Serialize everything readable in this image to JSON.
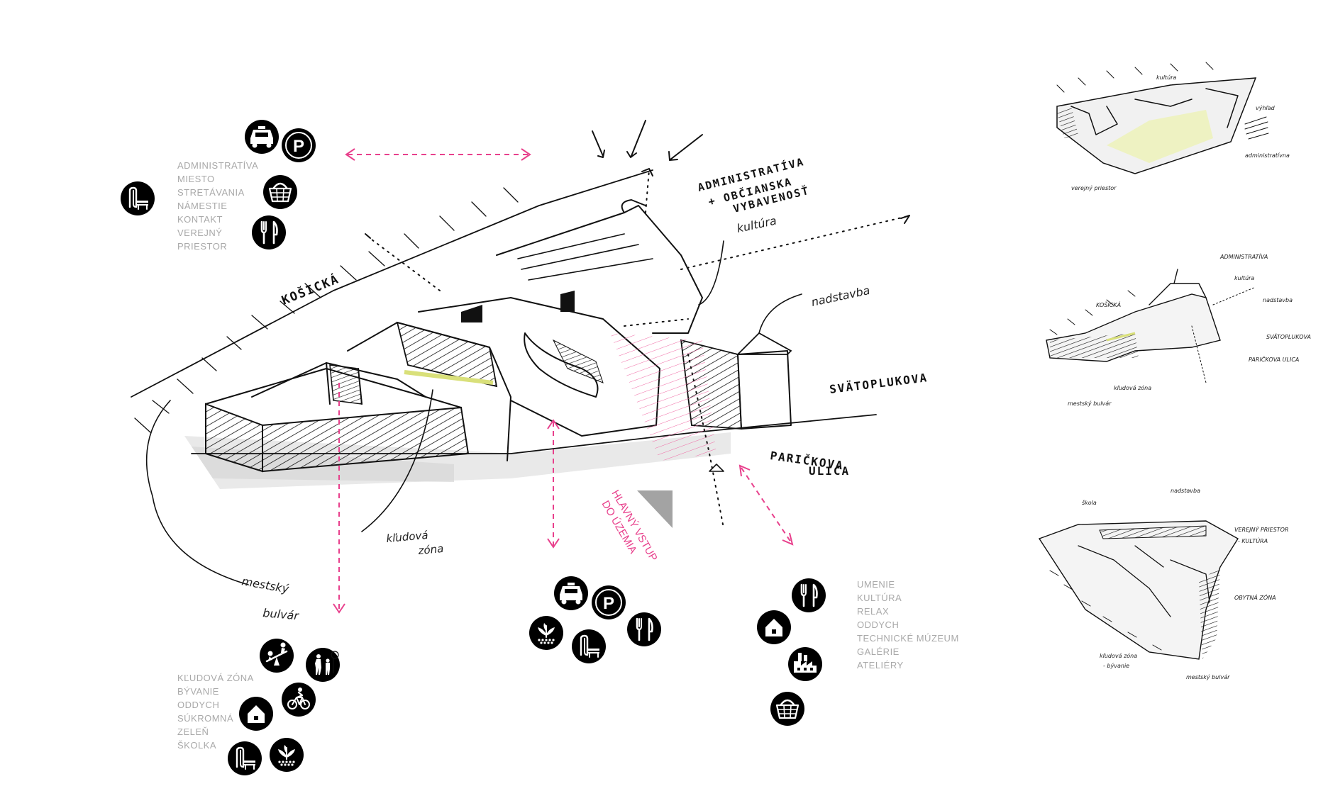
{
  "main_sketch": {
    "labels": {
      "kosicka": "KOŠICKÁ",
      "admin_line1": "ADMINISTRATÍVA",
      "admin_line2": "+ OBČIANSKA",
      "admin_line3": "VYBAVENOSŤ",
      "kultura": "kultúra",
      "nadstavba": "nadstavba",
      "svatoplukova": "SVÄTOPLUKOVA",
      "parickova_line1": "PARIČKOVA",
      "parickova_line2": "ULICA",
      "kludova_line1": "kľudová",
      "kludova_line2": "zóna",
      "mestsky_line1": "mestský",
      "mestsky_line2": "bulvár"
    },
    "entrance": {
      "line1": "HLAVNÝ VSTUP",
      "line2": "DO ÚZEMIA"
    }
  },
  "lists": {
    "administrativa": [
      "ADMINISTRATÍVA",
      "MIESTO",
      "STRETÁVANIA",
      "NÁMESTIE",
      "KONTAKT",
      "VEREJNÝ",
      "PRIESTOR"
    ],
    "kludova": [
      "KĽUDOVÁ ZÓNA",
      "BÝVANIE",
      "ODDYCH",
      "SÚKROMNÁ",
      "ZELEŇ",
      "ŠKOLKA"
    ],
    "umenie": [
      "UMENIE",
      "KULTÚRA",
      "RELAX",
      "ODDYCH",
      "TECHNICKÉ MÚZEUM",
      "GALÉRIE",
      "ATELIÉRY"
    ]
  },
  "icons": {
    "admin_group": [
      "taxi-icon",
      "parking-icon",
      "basket-icon",
      "bench-icon",
      "restaurant-icon"
    ],
    "entrance_group": [
      "taxi-icon",
      "parking-icon",
      "plant-icon",
      "bench-icon",
      "restaurant-icon"
    ],
    "culture_group": [
      "restaurant-icon",
      "house-icon",
      "factory-icon",
      "basket-icon"
    ],
    "quiet_group": [
      "playground-icon",
      "pedestrian-icon",
      "cyclist-icon",
      "house-icon",
      "bench-icon",
      "plant-icon"
    ],
    "parking_letter": "P"
  },
  "thumbnails": {
    "thumb1": {
      "labels": [
        "verejný priestor",
        "kultúra",
        "výhľad",
        "administratívna"
      ]
    },
    "thumb2": {
      "labels": [
        "KOŠICKÁ",
        "ADMINISTRATÍVA",
        "kultúra",
        "nadstavba",
        "SVÄTOPLUKOVA",
        "PARIČKOVA ULICA",
        "kľudová zóna",
        "mestský bulvár"
      ]
    },
    "thumb3": {
      "labels": [
        "škola",
        "nadstavba",
        "VEREJNÝ PRIESTOR",
        "- KULTÚRA",
        "OBYTNÁ ZÓNA",
        "kľudová zóna",
        "- bývanie",
        "mestský bulvár"
      ]
    }
  },
  "colors": {
    "accent_pink": "#e8408c",
    "ink": "#111111",
    "caption_gray": "#a9a9a9",
    "highlight_yellow": "#e9ef9a"
  }
}
